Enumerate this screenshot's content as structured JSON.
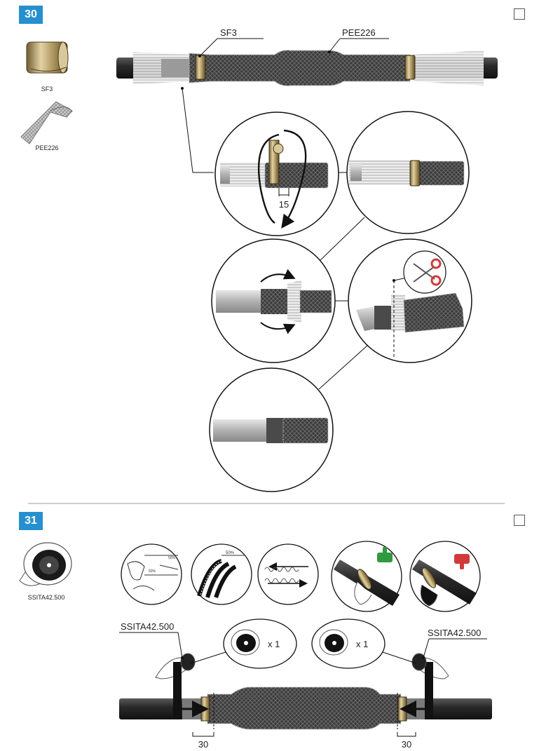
{
  "steps": [
    {
      "number": "30",
      "parts": [
        {
          "code": "SF3"
        },
        {
          "code": "PEE226"
        }
      ],
      "callouts": [
        "SF3",
        "PEE226"
      ],
      "measure": "15"
    },
    {
      "number": "31",
      "parts": [
        {
          "code": "SSITA42.500"
        }
      ],
      "tape_note_left": "50%",
      "tape_note_mid": "50%",
      "labels": [
        "SSITA42.500",
        "SSITA42.500"
      ],
      "quantity": "x 1",
      "measure": "30"
    }
  ],
  "colors": {
    "accent": "#2690cf",
    "good": "#2f9a3f",
    "bad": "#d23a3a",
    "brass": "#b59a5e"
  },
  "icons": [
    "thumb-up-icon",
    "thumb-down-icon",
    "scissors-icon",
    "rotate-arrow-icon"
  ]
}
